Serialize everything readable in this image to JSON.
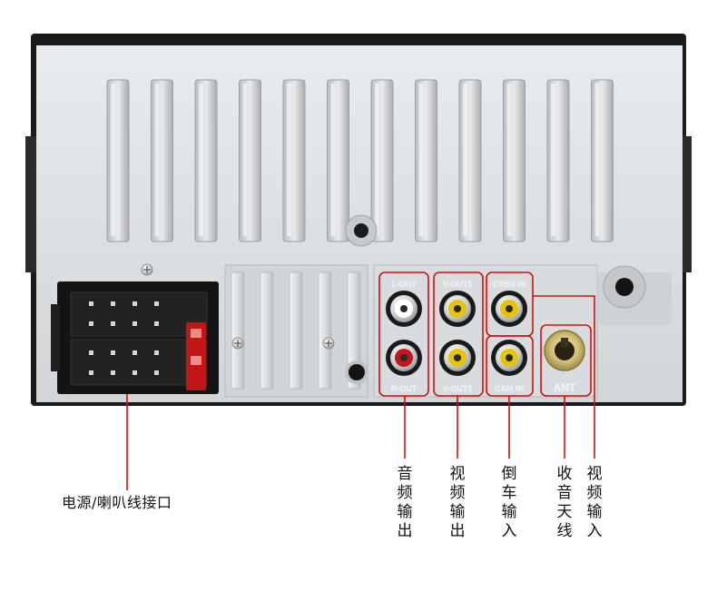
{
  "port_labels": {
    "l_out": "L-OUT",
    "r_out": "R-OUT",
    "v_out1": "V-OUT1",
    "v_out2": "V-OUT2",
    "cvbs_in": "CVBS IN",
    "cam_in": "CAM IN",
    "ant": "ANT"
  },
  "callouts": {
    "harness": "电源/喇叭线接口",
    "audio_out": [
      "音",
      "频",
      "输",
      "出"
    ],
    "video_out": [
      "视",
      "频",
      "输",
      "出"
    ],
    "reverse_in": [
      "倒",
      "车",
      "输",
      "入"
    ],
    "radio_antenna": [
      "收",
      "音",
      "天",
      "线"
    ],
    "video_in": [
      "视",
      "频",
      "输",
      "入"
    ]
  },
  "colors": {
    "callout_line": "#cc1111",
    "housing": "#dcdfe3",
    "frame": "#1c1c1c",
    "connector_red": "#c0171b",
    "connector_yellow": "#e6c400"
  }
}
